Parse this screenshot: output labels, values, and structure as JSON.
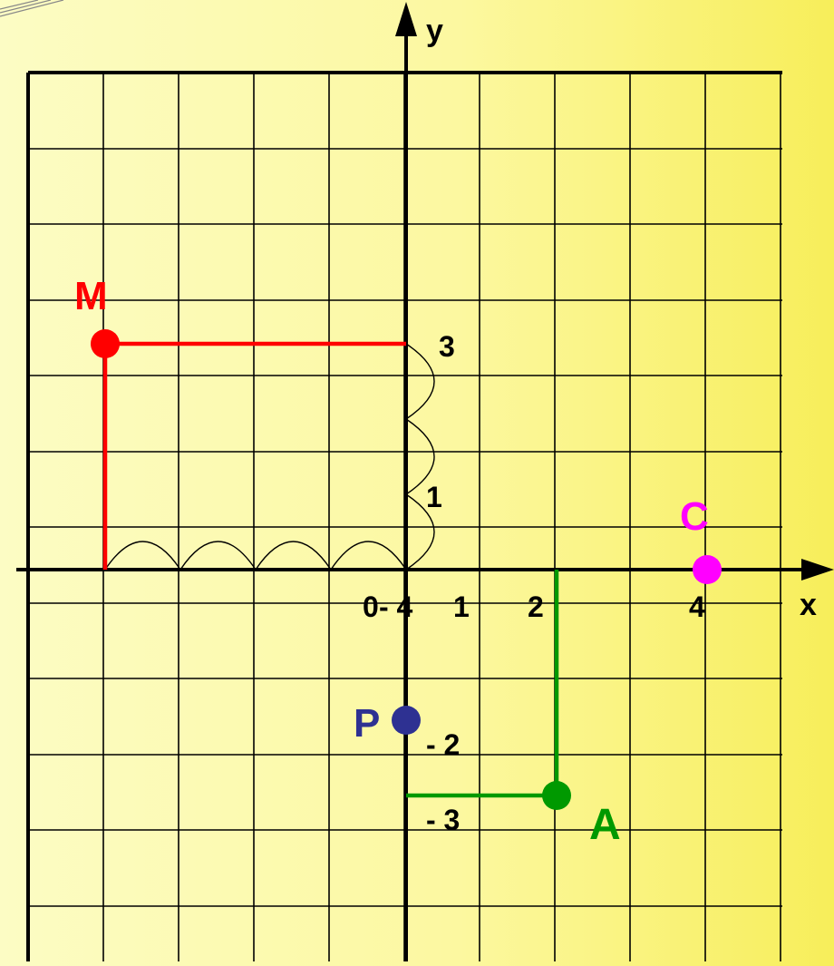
{
  "axes": {
    "x_label": "x",
    "y_label": "y"
  },
  "ticks": {
    "x": [
      {
        "value": -4,
        "label": "- 4"
      },
      {
        "value": 0,
        "label": "0"
      },
      {
        "value": 1,
        "label": "1"
      },
      {
        "value": 2,
        "label": "2"
      },
      {
        "value": 4,
        "label": "4"
      }
    ],
    "y": [
      {
        "value": 3,
        "label": "3"
      },
      {
        "value": 1,
        "label": "1"
      },
      {
        "value": -2,
        "label": "- 2"
      },
      {
        "value": -3,
        "label": "- 3"
      }
    ]
  },
  "points": [
    {
      "label": "M",
      "x": -4,
      "y": 3,
      "color": "#ff0000",
      "guides": true
    },
    {
      "label": "C",
      "x": 4,
      "y": 0,
      "color": "#ff00ff",
      "guides": false
    },
    {
      "label": "P",
      "x": 0,
      "y": -2,
      "color": "#2e3192",
      "guides": false
    },
    {
      "label": "A",
      "x": 2,
      "y": -3,
      "color": "#009900",
      "guides": true
    }
  ],
  "colors": {
    "grid": "#000000",
    "background": "#fcf8a0"
  },
  "range": {
    "x": [
      -5,
      5
    ],
    "y": [
      -4,
      5
    ]
  }
}
